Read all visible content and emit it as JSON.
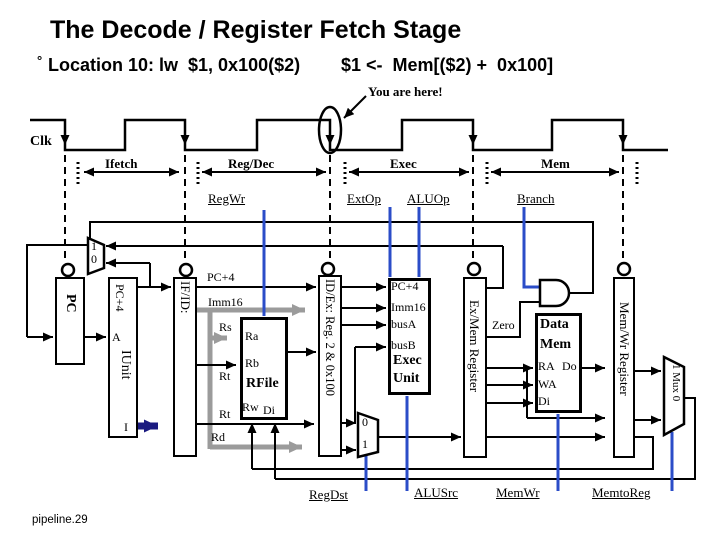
{
  "header": {
    "title": "The Decode / Register Fetch Stage",
    "bullet": "°",
    "instruction": "Location 10: lw  $1, 0x100($2)",
    "effect": "$1 <-  Mem[($2) +  0x100]"
  },
  "annotation": {
    "you_are_here": "You are here!"
  },
  "clock": {
    "label": "Clk"
  },
  "stages": {
    "ifetch": "Ifetch",
    "regdec": "Reg/Dec",
    "exec": "Exec",
    "mem": "Mem"
  },
  "controls": {
    "top": {
      "regwr": "RegWr",
      "extop": "ExtOp",
      "aluop": "ALUOp",
      "branch": "Branch"
    },
    "bottom": {
      "regdst": "RegDst",
      "alusrc": "ALUSrc",
      "memwr": "MemWr",
      "memtoreg": "MemtoReg"
    }
  },
  "datapath": {
    "pc": {
      "label": "PC"
    },
    "pc_mux": {
      "in1": "1",
      "in0": "0"
    },
    "iunit": {
      "pc4": "PC+4",
      "a": "A",
      "name": "IUnit",
      "i": "I"
    },
    "ifid": {
      "name": "IF/ID:"
    },
    "wires": {
      "pc4": "PC+4",
      "imm16": "Imm16",
      "rs": "Rs",
      "rt1": "Rt",
      "rt2": "Rt",
      "rd": "Rd",
      "zero": "Zero"
    },
    "rfile": {
      "ra": "Ra",
      "rb": "Rb",
      "name": "RFile",
      "rw": "Rw",
      "di": "Di"
    },
    "idex": {
      "name": "ID/Ex: Reg. 2 & 0x100"
    },
    "regdst_mux": {
      "in0": "0",
      "in1": "1"
    },
    "exec_unit": {
      "pc4": "PC+4",
      "imm16": "Imm16",
      "busa": "busA",
      "busb": "busB",
      "name1": "Exec",
      "name2": "Unit"
    },
    "exmem": {
      "name": "Ex/Mem Register"
    },
    "datamem": {
      "name1": "Data",
      "name2": "Mem",
      "ra": "RA",
      "do": "Do",
      "wa": "WA",
      "di": "Di"
    },
    "memwr_reg": {
      "name": "Mem/Wr Register"
    },
    "out_mux": {
      "label": "1 Mux 0"
    }
  },
  "footer": {
    "slide_id": "pipeline.29"
  },
  "colors": {
    "control_blue": "#2B4DC8",
    "bus_gray": "#9B9B9B",
    "instr_navy": "#1A1A80",
    "wire_black": "#000000"
  }
}
